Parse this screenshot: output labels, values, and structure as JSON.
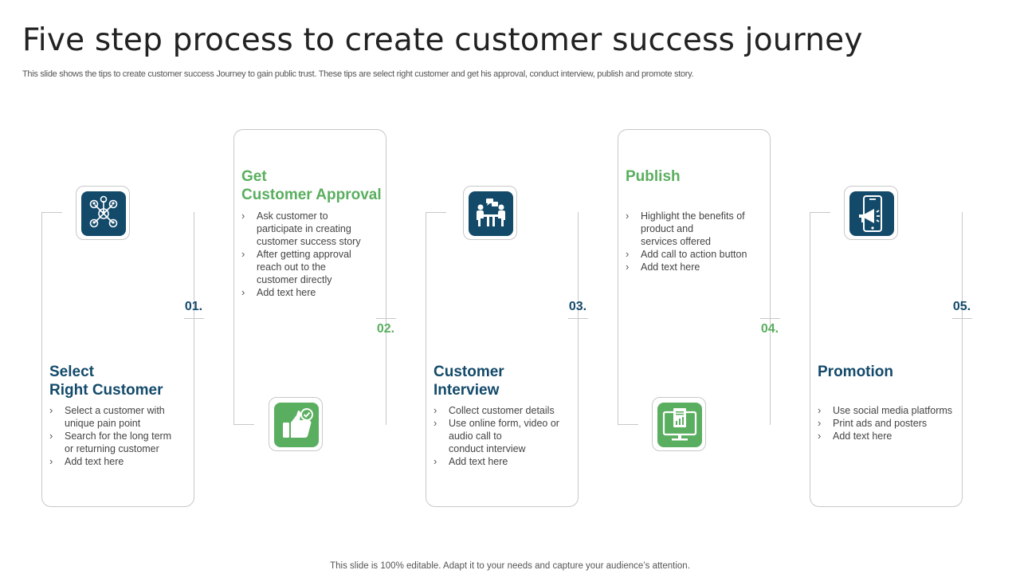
{
  "slide": {
    "title": "Five step process to create customer success journey",
    "subtitle": "This slide shows the tips to create customer success Journey to gain public trust. These tips are select right customer and get his approval, conduct interview, publish and promote story.",
    "footer": "This slide is 100% editable. Adapt it to your needs and capture your audience’s attention."
  },
  "colors": {
    "blue": "#134a6a",
    "green": "#5aae5f",
    "border": "#c8c8c8"
  },
  "steps": [
    {
      "number": "01.",
      "heading_lines": [
        "Select",
        "Right Customer"
      ],
      "icon": "network-icon",
      "bullets": [
        "Select a customer with\nunique pain point",
        "Search for the long term\nor returning customer",
        "Add text here"
      ]
    },
    {
      "number": "02.",
      "heading_lines": [
        "Get",
        "Customer Approval"
      ],
      "icon": "thumbs-up-icon",
      "bullets": [
        "Ask customer to\nparticipate  in creating\ncustomer success story",
        "After getting approval\nreach out to the\ncustomer directly",
        "Add text here"
      ]
    },
    {
      "number": "03.",
      "heading_lines": [
        "Customer",
        "Interview"
      ],
      "icon": "interview-icon",
      "bullets": [
        "Collect customer details",
        "Use online form, video  or\naudio call to\nconduct  interview",
        "Add text here"
      ]
    },
    {
      "number": "04.",
      "heading_lines": [
        "Publish"
      ],
      "icon": "monitor-report-icon",
      "bullets": [
        "Highlight the benefits  of\nproduct and\nservices offered",
        "Add call to action  button",
        "Add text here"
      ]
    },
    {
      "number": "05.",
      "heading_lines": [
        "Promotion"
      ],
      "icon": "phone-megaphone-icon",
      "bullets": [
        "Use social media platforms",
        "Print ads and posters",
        "Add text here"
      ]
    }
  ]
}
